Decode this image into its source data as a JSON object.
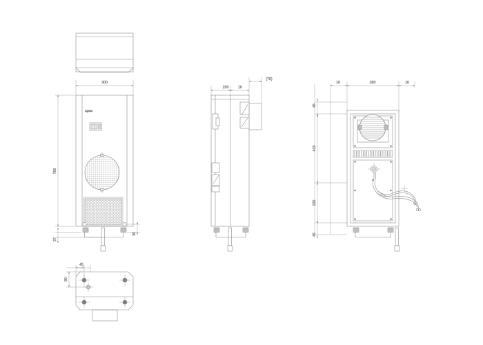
{
  "drawing": {
    "title": "Industrial Enclosure Cooling Unit - Multi-view Technical Drawing",
    "sheet_background": "#ffffff",
    "line_color": "#8a8a8a",
    "dim_color": "#666666",
    "units": "mm"
  },
  "views": {
    "top": {
      "name": "top-view",
      "label": ""
    },
    "front": {
      "name": "front-view",
      "label": "",
      "brand_logo": "Aphis"
    },
    "side": {
      "name": "side-view",
      "label": ""
    },
    "rear": {
      "name": "rear-view",
      "label": ""
    },
    "bottom": {
      "name": "bottom-view",
      "label": ""
    }
  },
  "dimensions": {
    "front_width": "300",
    "front_height": "790",
    "front_foot_left": "27",
    "front_foot_right": "30",
    "side_depth": "230",
    "side_offset": "10",
    "side_bracket": "(70)",
    "rear_left_margin": "10",
    "rear_width": "280",
    "rear_right_margin": "10",
    "rear_top": "45",
    "rear_upper": "415",
    "rear_lower": "225",
    "rear_bottom": "45",
    "bottom_hole_x": "45",
    "bottom_hole_y": "90"
  }
}
